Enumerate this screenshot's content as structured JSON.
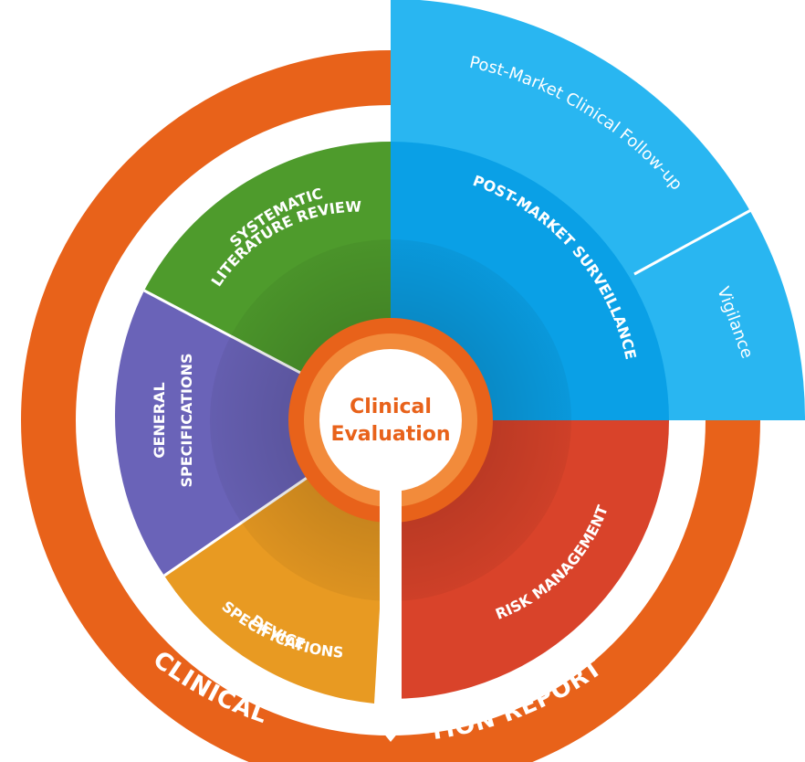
{
  "center": {
    "line1": "Clinical",
    "line2": "Evaluation"
  },
  "segments": {
    "systematic": {
      "line1": "SYSTEMATIC",
      "line2": "LITERATURE REVIEW"
    },
    "general": {
      "line1": "GENERAL",
      "line2": "SPECIFICATIONS"
    },
    "device": {
      "line1": "DEVICE",
      "line2": "SPECIFICATIONS"
    },
    "risk": {
      "line1": "RISK MANAGEMENT"
    },
    "post_market": {
      "line1": "POST-MARKET SURVEILLANCE"
    }
  },
  "post_market_sub": {
    "pmcf": "Post-Market Clinical Follow-up",
    "vigilance": "Vigilance"
  },
  "outer_ring": {
    "left": "CLINICAL",
    "right": "TION REPORT"
  },
  "colors": {
    "outer_ring": "#e8621a",
    "systematic": "#4e9b2c",
    "general": "#6a63b8",
    "device": "#e89a22",
    "risk": "#d9432a",
    "post_market": "#0aa0e6",
    "post_market_sub": "#29b6f1",
    "center_ring": "#e8621a"
  }
}
